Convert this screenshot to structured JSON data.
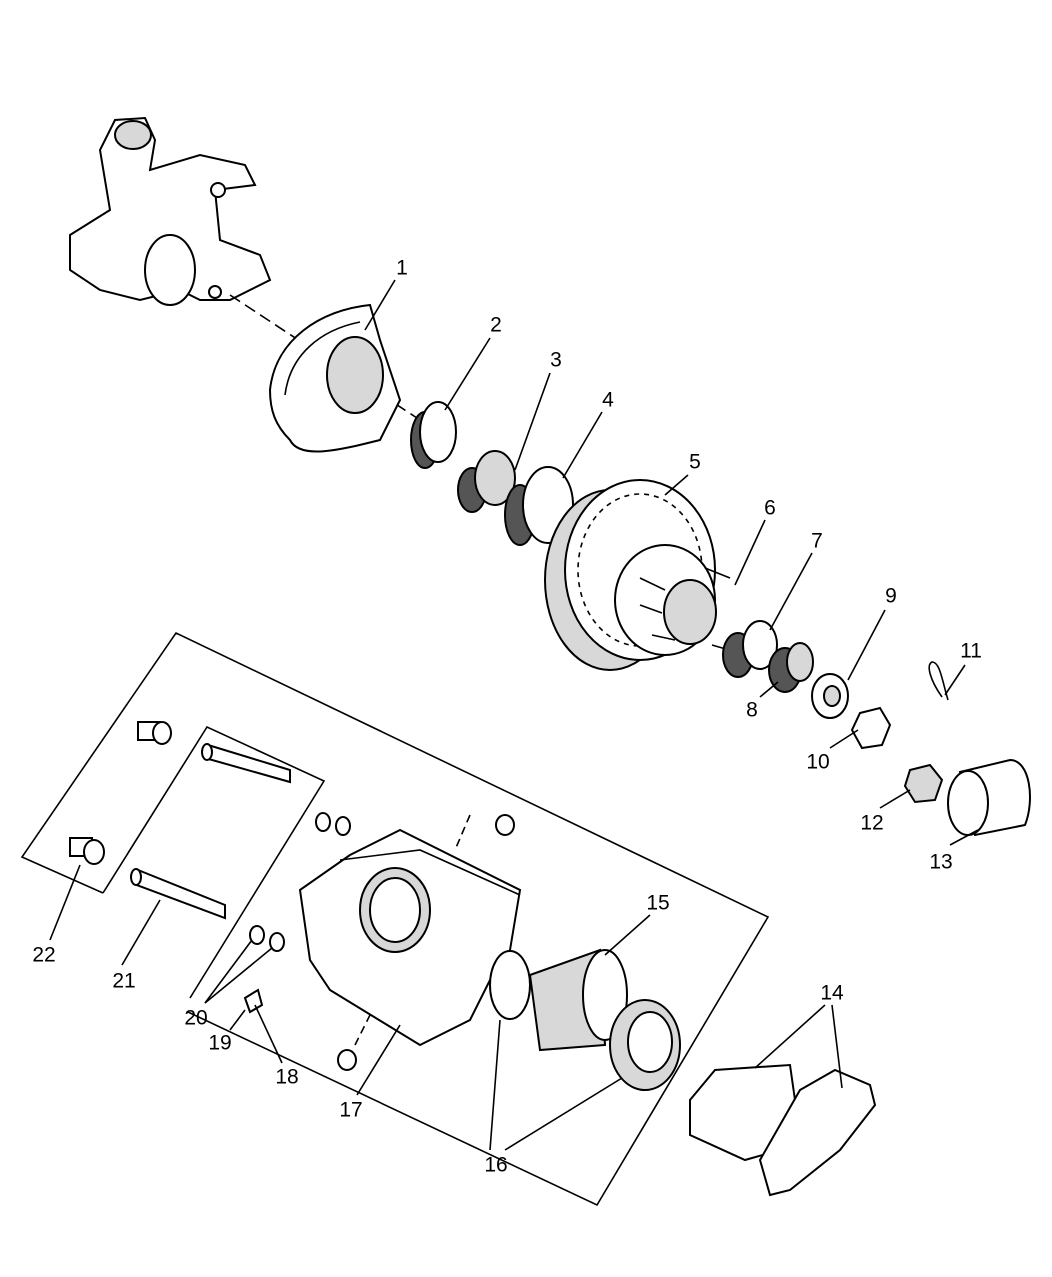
{
  "diagram": {
    "callouts": [
      {
        "id": "1",
        "label": "1"
      },
      {
        "id": "2",
        "label": "2"
      },
      {
        "id": "3",
        "label": "3"
      },
      {
        "id": "4",
        "label": "4"
      },
      {
        "id": "5",
        "label": "5"
      },
      {
        "id": "6",
        "label": "6"
      },
      {
        "id": "7",
        "label": "7"
      },
      {
        "id": "8",
        "label": "8"
      },
      {
        "id": "9",
        "label": "9"
      },
      {
        "id": "10",
        "label": "10"
      },
      {
        "id": "11",
        "label": "11"
      },
      {
        "id": "12",
        "label": "12"
      },
      {
        "id": "13",
        "label": "13"
      },
      {
        "id": "14",
        "label": "14"
      },
      {
        "id": "15",
        "label": "15"
      },
      {
        "id": "16",
        "label": "16"
      },
      {
        "id": "17",
        "label": "17"
      },
      {
        "id": "18",
        "label": "18"
      },
      {
        "id": "19",
        "label": "19"
      },
      {
        "id": "20",
        "label": "20"
      },
      {
        "id": "21",
        "label": "21"
      },
      {
        "id": "22",
        "label": "22"
      }
    ]
  }
}
